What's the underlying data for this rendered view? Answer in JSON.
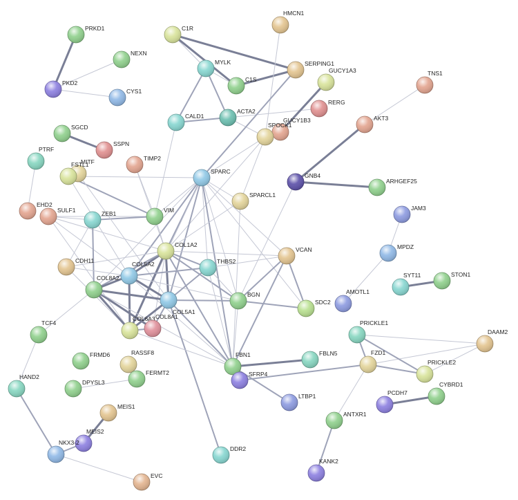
{
  "nodes": [
    {
      "id": "PRKD1",
      "label": "PRKD1",
      "color": "#8fd08c"
    },
    {
      "id": "NEXN",
      "label": "NEXN",
      "color": "#8fd08c"
    },
    {
      "id": "PKD2",
      "label": "PKD2",
      "color": "#8c7fe0"
    },
    {
      "id": "CYS1",
      "label": "CYS1",
      "color": "#8fb8e6"
    },
    {
      "id": "C1R",
      "label": "C1R",
      "color": "#d8e39a"
    },
    {
      "id": "HMCN1",
      "label": "HMCN1",
      "color": "#e3c48f"
    },
    {
      "id": "MYLK",
      "label": "MYLK",
      "color": "#86d6d0"
    },
    {
      "id": "SERPING1",
      "label": "SERPING1",
      "color": "#e3c48f"
    },
    {
      "id": "C1S",
      "label": "C1S",
      "color": "#8fd08c"
    },
    {
      "id": "GUCY1A3",
      "label": "GUCY1A3",
      "color": "#d8e39a"
    },
    {
      "id": "TNS1",
      "label": "TNS1",
      "color": "#e3a48f"
    },
    {
      "id": "RERG",
      "label": "RERG",
      "color": "#e08f8f"
    },
    {
      "id": "CALD1",
      "label": "CALD1",
      "color": "#86d6d0"
    },
    {
      "id": "ACTA2",
      "label": "ACTA2",
      "color": "#6bbfb0"
    },
    {
      "id": "GUCY1B3",
      "label": "GUCY1B3",
      "color": "#e3a48f"
    },
    {
      "id": "SPOCK1",
      "label": "SPOCK1",
      "color": "#e3d49a"
    },
    {
      "id": "AKT3",
      "label": "AKT3",
      "color": "#e3a48f"
    },
    {
      "id": "SGCD",
      "label": "SGCD",
      "color": "#8fd08c"
    },
    {
      "id": "SSPN",
      "label": "SSPN",
      "color": "#e08f8f"
    },
    {
      "id": "PTRF",
      "label": "PTRF",
      "color": "#86d6c0"
    },
    {
      "id": "MITF",
      "label": "MITF",
      "color": "#e3d49a"
    },
    {
      "id": "FSTL1",
      "label": "FSTL1",
      "color": "#d8e39a"
    },
    {
      "id": "TIMP2",
      "label": "TIMP2",
      "color": "#e3a48f"
    },
    {
      "id": "SPARC",
      "label": "SPARC",
      "color": "#8fc8e6"
    },
    {
      "id": "GNB4",
      "label": "GNB4",
      "color": "#5b4fa8"
    },
    {
      "id": "ARHGEF25",
      "label": "ARHGEF25",
      "color": "#8fd08c"
    },
    {
      "id": "SPARCL1",
      "label": "SPARCL1",
      "color": "#e3d49a"
    },
    {
      "id": "EHD2",
      "label": "EHD2",
      "color": "#e3a48f"
    },
    {
      "id": "SULF1",
      "label": "SULF1",
      "color": "#e3a48f"
    },
    {
      "id": "ZEB1",
      "label": "ZEB1",
      "color": "#86d6d0"
    },
    {
      "id": "VIM",
      "label": "VIM",
      "color": "#8fd08c"
    },
    {
      "id": "JAM3",
      "label": "JAM3",
      "color": "#8c9ae0"
    },
    {
      "id": "MPDZ",
      "label": "MPDZ",
      "color": "#8fb8e6"
    },
    {
      "id": "COL1A2",
      "label": "COL1A2",
      "color": "#d8e39a"
    },
    {
      "id": "VCAN",
      "label": "VCAN",
      "color": "#e3c48f"
    },
    {
      "id": "CDH11",
      "label": "CDH11",
      "color": "#e3c48f"
    },
    {
      "id": "COL5A2",
      "label": "COL5A2",
      "color": "#8fc8e6"
    },
    {
      "id": "THBS2",
      "label": "THBS2",
      "color": "#86d6d0"
    },
    {
      "id": "COL8A2",
      "label": "COL8A2",
      "color": "#8fd08c"
    },
    {
      "id": "SYT11",
      "label": "SYT11",
      "color": "#86d6d0"
    },
    {
      "id": "STON1",
      "label": "STON1",
      "color": "#8fd08c"
    },
    {
      "id": "AMOTL1",
      "label": "AMOTL1",
      "color": "#8c9ae0"
    },
    {
      "id": "COL5A1",
      "label": "COL5A1",
      "color": "#8fc8e6"
    },
    {
      "id": "BGN",
      "label": "BGN",
      "color": "#8fd08c"
    },
    {
      "id": "SDC2",
      "label": "SDC2",
      "color": "#b8e08f"
    },
    {
      "id": "COL6A3",
      "label": "COL6A3",
      "color": "#d8e39a"
    },
    {
      "id": "COL8A1",
      "label": "COL8A1",
      "color": "#e08f9a"
    },
    {
      "id": "TCF4",
      "label": "TCF4",
      "color": "#8fd08c"
    },
    {
      "id": "PRICKLE1",
      "label": "PRICKLE1",
      "color": "#86d6c0"
    },
    {
      "id": "DAAM2",
      "label": "DAAM2",
      "color": "#e3c48f"
    },
    {
      "id": "FRMD6",
      "label": "FRMD6",
      "color": "#8fd08c"
    },
    {
      "id": "RASSF8",
      "label": "RASSF8",
      "color": "#e3d49a"
    },
    {
      "id": "FBN1",
      "label": "FBN1",
      "color": "#8fd08c"
    },
    {
      "id": "FBLN5",
      "label": "FBLN5",
      "color": "#86d6c0"
    },
    {
      "id": "FZD1",
      "label": "FZD1",
      "color": "#e3d49a"
    },
    {
      "id": "PRICKLE2",
      "label": "PRICKLE2",
      "color": "#d8e39a"
    },
    {
      "id": "FERMT2",
      "label": "FERMT2",
      "color": "#8fd08c"
    },
    {
      "id": "SFRP4",
      "label": "SFRP4",
      "color": "#8c7fe0"
    },
    {
      "id": "DPYSL3",
      "label": "DPYSL3",
      "color": "#8fd08c"
    },
    {
      "id": "HAND2",
      "label": "HAND2",
      "color": "#86d6c0"
    },
    {
      "id": "LTBP1",
      "label": "LTBP1",
      "color": "#8c9ae0"
    },
    {
      "id": "CYBRD1",
      "label": "CYBRD1",
      "color": "#8fd08c"
    },
    {
      "id": "PCDH7",
      "label": "PCDH7",
      "color": "#8c7fe0"
    },
    {
      "id": "MEIS1",
      "label": "MEIS1",
      "color": "#e3c48f"
    },
    {
      "id": "ANTXR1",
      "label": "ANTXR1",
      "color": "#8fd08c"
    },
    {
      "id": "MEIS2",
      "label": "MEIS2",
      "color": "#8c7fe0"
    },
    {
      "id": "NKX3-2",
      "label": "NKX3-2",
      "color": "#8fb8e6"
    },
    {
      "id": "DDR2",
      "label": "DDR2",
      "color": "#86d6d0"
    },
    {
      "id": "KANK2",
      "label": "KANK2",
      "color": "#8c7fe0"
    },
    {
      "id": "EVC",
      "label": "EVC",
      "color": "#e3b48f"
    }
  ],
  "edges": [
    {
      "a": "PRKD1",
      "b": "PKD2",
      "w": 3
    },
    {
      "a": "NEXN",
      "b": "PKD2",
      "w": 1
    },
    {
      "a": "PKD2",
      "b": "CYS1",
      "w": 1
    },
    {
      "a": "C1R",
      "b": "MYLK",
      "w": 1
    },
    {
      "a": "C1R",
      "b": "C1S",
      "w": 3
    },
    {
      "a": "C1R",
      "b": "SERPING1",
      "w": 3
    },
    {
      "a": "C1S",
      "b": "SERPING1",
      "w": 3
    },
    {
      "a": "MYLK",
      "b": "C1S",
      "w": 1
    },
    {
      "a": "MYLK",
      "b": "CALD1",
      "w": 2
    },
    {
      "a": "MYLK",
      "b": "ACTA2",
      "w": 2
    },
    {
      "a": "CALD1",
      "b": "ACTA2",
      "w": 2
    },
    {
      "a": "CALD1",
      "b": "VIM",
      "w": 1
    },
    {
      "a": "ACTA2",
      "b": "SPOCK1",
      "w": 1
    },
    {
      "a": "ACTA2",
      "b": "RERG",
      "w": 1
    },
    {
      "a": "HMCN1",
      "b": "SPOCK1",
      "w": 1
    },
    {
      "a": "SERPING1",
      "b": "SPARC",
      "w": 2
    },
    {
      "a": "GUCY1A3",
      "b": "GUCY1B3",
      "w": 3
    },
    {
      "a": "TNS1",
      "b": "AKT3",
      "w": 1
    },
    {
      "a": "AKT3",
      "b": "GNB4",
      "w": 3
    },
    {
      "a": "GNB4",
      "b": "ARHGEF25",
      "w": 3
    },
    {
      "a": "GNB4",
      "b": "BGN",
      "w": 1
    },
    {
      "a": "SPOCK1",
      "b": "SPARC",
      "w": 1
    },
    {
      "a": "SPOCK1",
      "b": "SPARCL1",
      "w": 1
    },
    {
      "a": "SPOCK1",
      "b": "COL1A2",
      "w": 1
    },
    {
      "a": "SGCD",
      "b": "SSPN",
      "w": 3
    },
    {
      "a": "PTRF",
      "b": "EHD2",
      "w": 1
    },
    {
      "a": "FSTL1",
      "b": "SPARC",
      "w": 1
    },
    {
      "a": "FSTL1",
      "b": "VIM",
      "w": 2
    },
    {
      "a": "FSTL1",
      "b": "COL5A2",
      "w": 1
    },
    {
      "a": "TIMP2",
      "b": "VIM",
      "w": 1
    },
    {
      "a": "TIMP2",
      "b": "COL1A2",
      "w": 1
    },
    {
      "a": "SPARC",
      "b": "VIM",
      "w": 1
    },
    {
      "a": "SPARC",
      "b": "SPARCL1",
      "w": 1
    },
    {
      "a": "SPARC",
      "b": "COL1A2",
      "w": 2
    },
    {
      "a": "SPARC",
      "b": "COL5A2",
      "w": 2
    },
    {
      "a": "SPARC",
      "b": "COL5A1",
      "w": 2
    },
    {
      "a": "SPARC",
      "b": "COL8A2",
      "w": 1
    },
    {
      "a": "SPARC",
      "b": "COL6A3",
      "w": 1
    },
    {
      "a": "SPARC",
      "b": "THBS2",
      "w": 1
    },
    {
      "a": "SPARC",
      "b": "BGN",
      "w": 1
    },
    {
      "a": "SPARC",
      "b": "FBN1",
      "w": 2
    },
    {
      "a": "SPARC",
      "b": "VCAN",
      "w": 1
    },
    {
      "a": "SPARC",
      "b": "SDC2",
      "w": 1
    },
    {
      "a": "SPARCL1",
      "b": "COL5A2",
      "w": 1
    },
    {
      "a": "SPARCL1",
      "b": "FBN1",
      "w": 1
    },
    {
      "a": "SULF1",
      "b": "ZEB1",
      "w": 1
    },
    {
      "a": "SULF1",
      "b": "VIM",
      "w": 1
    },
    {
      "a": "SULF1",
      "b": "COL1A2",
      "w": 1
    },
    {
      "a": "SULF1",
      "b": "COL5A2",
      "w": 1
    },
    {
      "a": "SULF1",
      "b": "COL6A3",
      "w": 1
    },
    {
      "a": "ZEB1",
      "b": "VIM",
      "w": 2
    },
    {
      "a": "ZEB1",
      "b": "COL8A2",
      "w": 2
    },
    {
      "a": "ZEB1",
      "b": "CDH11",
      "w": 1
    },
    {
      "a": "VIM",
      "b": "COL1A2",
      "w": 1
    },
    {
      "a": "MITF",
      "b": "COL5A1",
      "w": 1
    },
    {
      "a": "JAM3",
      "b": "MPDZ",
      "w": 1
    },
    {
      "a": "MPDZ",
      "b": "AMOTL1",
      "w": 1
    },
    {
      "a": "SYT11",
      "b": "STON1",
      "w": 3
    },
    {
      "a": "COL1A2",
      "b": "COL5A2",
      "w": 3
    },
    {
      "a": "COL1A2",
      "b": "COL5A1",
      "w": 3
    },
    {
      "a": "COL1A2",
      "b": "COL8A2",
      "w": 2
    },
    {
      "a": "COL1A2",
      "b": "COL6A3",
      "w": 3
    },
    {
      "a": "COL1A2",
      "b": "THBS2",
      "w": 2
    },
    {
      "a": "COL1A2",
      "b": "BGN",
      "w": 2
    },
    {
      "a": "COL1A2",
      "b": "VCAN",
      "w": 1
    },
    {
      "a": "COL1A2",
      "b": "CDH11",
      "w": 1
    },
    {
      "a": "COL1A2",
      "b": "FBN1",
      "w": 2
    },
    {
      "a": "COL1A2",
      "b": "COL8A1",
      "w": 1
    },
    {
      "a": "VCAN",
      "b": "BGN",
      "w": 2
    },
    {
      "a": "VCAN",
      "b": "SDC2",
      "w": 2
    },
    {
      "a": "VCAN",
      "b": "FBN1",
      "w": 2
    },
    {
      "a": "VCAN",
      "b": "THBS2",
      "w": 1
    },
    {
      "a": "CDH11",
      "b": "COL5A2",
      "w": 1
    },
    {
      "a": "CDH11",
      "b": "COL6A3",
      "w": 1
    },
    {
      "a": "COL5A2",
      "b": "COL5A1",
      "w": 3
    },
    {
      "a": "COL5A2",
      "b": "COL8A2",
      "w": 3
    },
    {
      "a": "COL5A2",
      "b": "COL6A3",
      "w": 3
    },
    {
      "a": "COL5A2",
      "b": "THBS2",
      "w": 2
    },
    {
      "a": "COL5A2",
      "b": "BGN",
      "w": 1
    },
    {
      "a": "COL5A2",
      "b": "FBN1",
      "w": 1
    },
    {
      "a": "COL8A2",
      "b": "COL5A1",
      "w": 3
    },
    {
      "a": "COL8A2",
      "b": "COL6A3",
      "w": 3
    },
    {
      "a": "COL8A2",
      "b": "COL8A1",
      "w": 3
    },
    {
      "a": "COL8A2",
      "b": "TCF4",
      "w": 1
    },
    {
      "a": "COL8A2",
      "b": "FBN1",
      "w": 1
    },
    {
      "a": "COL5A1",
      "b": "COL6A3",
      "w": 3
    },
    {
      "a": "COL5A1",
      "b": "COL8A1",
      "w": 2
    },
    {
      "a": "COL5A1",
      "b": "THBS2",
      "w": 2
    },
    {
      "a": "COL5A1",
      "b": "BGN",
      "w": 2
    },
    {
      "a": "COL5A1",
      "b": "FBN1",
      "w": 2
    },
    {
      "a": "COL5A1",
      "b": "DDR2",
      "w": 2
    },
    {
      "a": "COL6A3",
      "b": "COL8A1",
      "w": 2
    },
    {
      "a": "COL6A3",
      "b": "FBN1",
      "w": 1
    },
    {
      "a": "THBS2",
      "b": "BGN",
      "w": 1
    },
    {
      "a": "THBS2",
      "b": "FBN1",
      "w": 1
    },
    {
      "a": "BGN",
      "b": "SDC2",
      "w": 2
    },
    {
      "a": "BGN",
      "b": "FBN1",
      "w": 1
    },
    {
      "a": "TCF4",
      "b": "HAND2",
      "w": 1
    },
    {
      "a": "HAND2",
      "b": "NKX3-2",
      "w": 2
    },
    {
      "a": "NKX3-2",
      "b": "MEIS2",
      "w": 2
    },
    {
      "a": "NKX3-2",
      "b": "EVC",
      "w": 1
    },
    {
      "a": "MEIS1",
      "b": "MEIS2",
      "w": 3
    },
    {
      "a": "RASSF8",
      "b": "FERMT2",
      "w": 1
    },
    {
      "a": "DPYSL3",
      "b": "FERMT2",
      "w": 1
    },
    {
      "a": "FBN1",
      "b": "FBLN5",
      "w": 3
    },
    {
      "a": "FBN1",
      "b": "SFRP4",
      "w": 2
    },
    {
      "a": "FBN1",
      "b": "LTBP1",
      "w": 2
    },
    {
      "a": "SFRP4",
      "b": "FZD1",
      "w": 2
    },
    {
      "a": "FZD1",
      "b": "PRICKLE1",
      "w": 2
    },
    {
      "a": "FZD1",
      "b": "PRICKLE2",
      "w": 2
    },
    {
      "a": "FZD1",
      "b": "ANTXR1",
      "w": 1
    },
    {
      "a": "FZD1",
      "b": "DAAM2",
      "w": 1
    },
    {
      "a": "PRICKLE1",
      "b": "PRICKLE2",
      "w": 2
    },
    {
      "a": "PRICKLE1",
      "b": "DAAM2",
      "w": 1
    },
    {
      "a": "PRICKLE2",
      "b": "DAAM2",
      "w": 1
    },
    {
      "a": "PCDH7",
      "b": "CYBRD1",
      "w": 3
    },
    {
      "a": "ANTXR1",
      "b": "KANK2",
      "w": 2
    }
  ]
}
